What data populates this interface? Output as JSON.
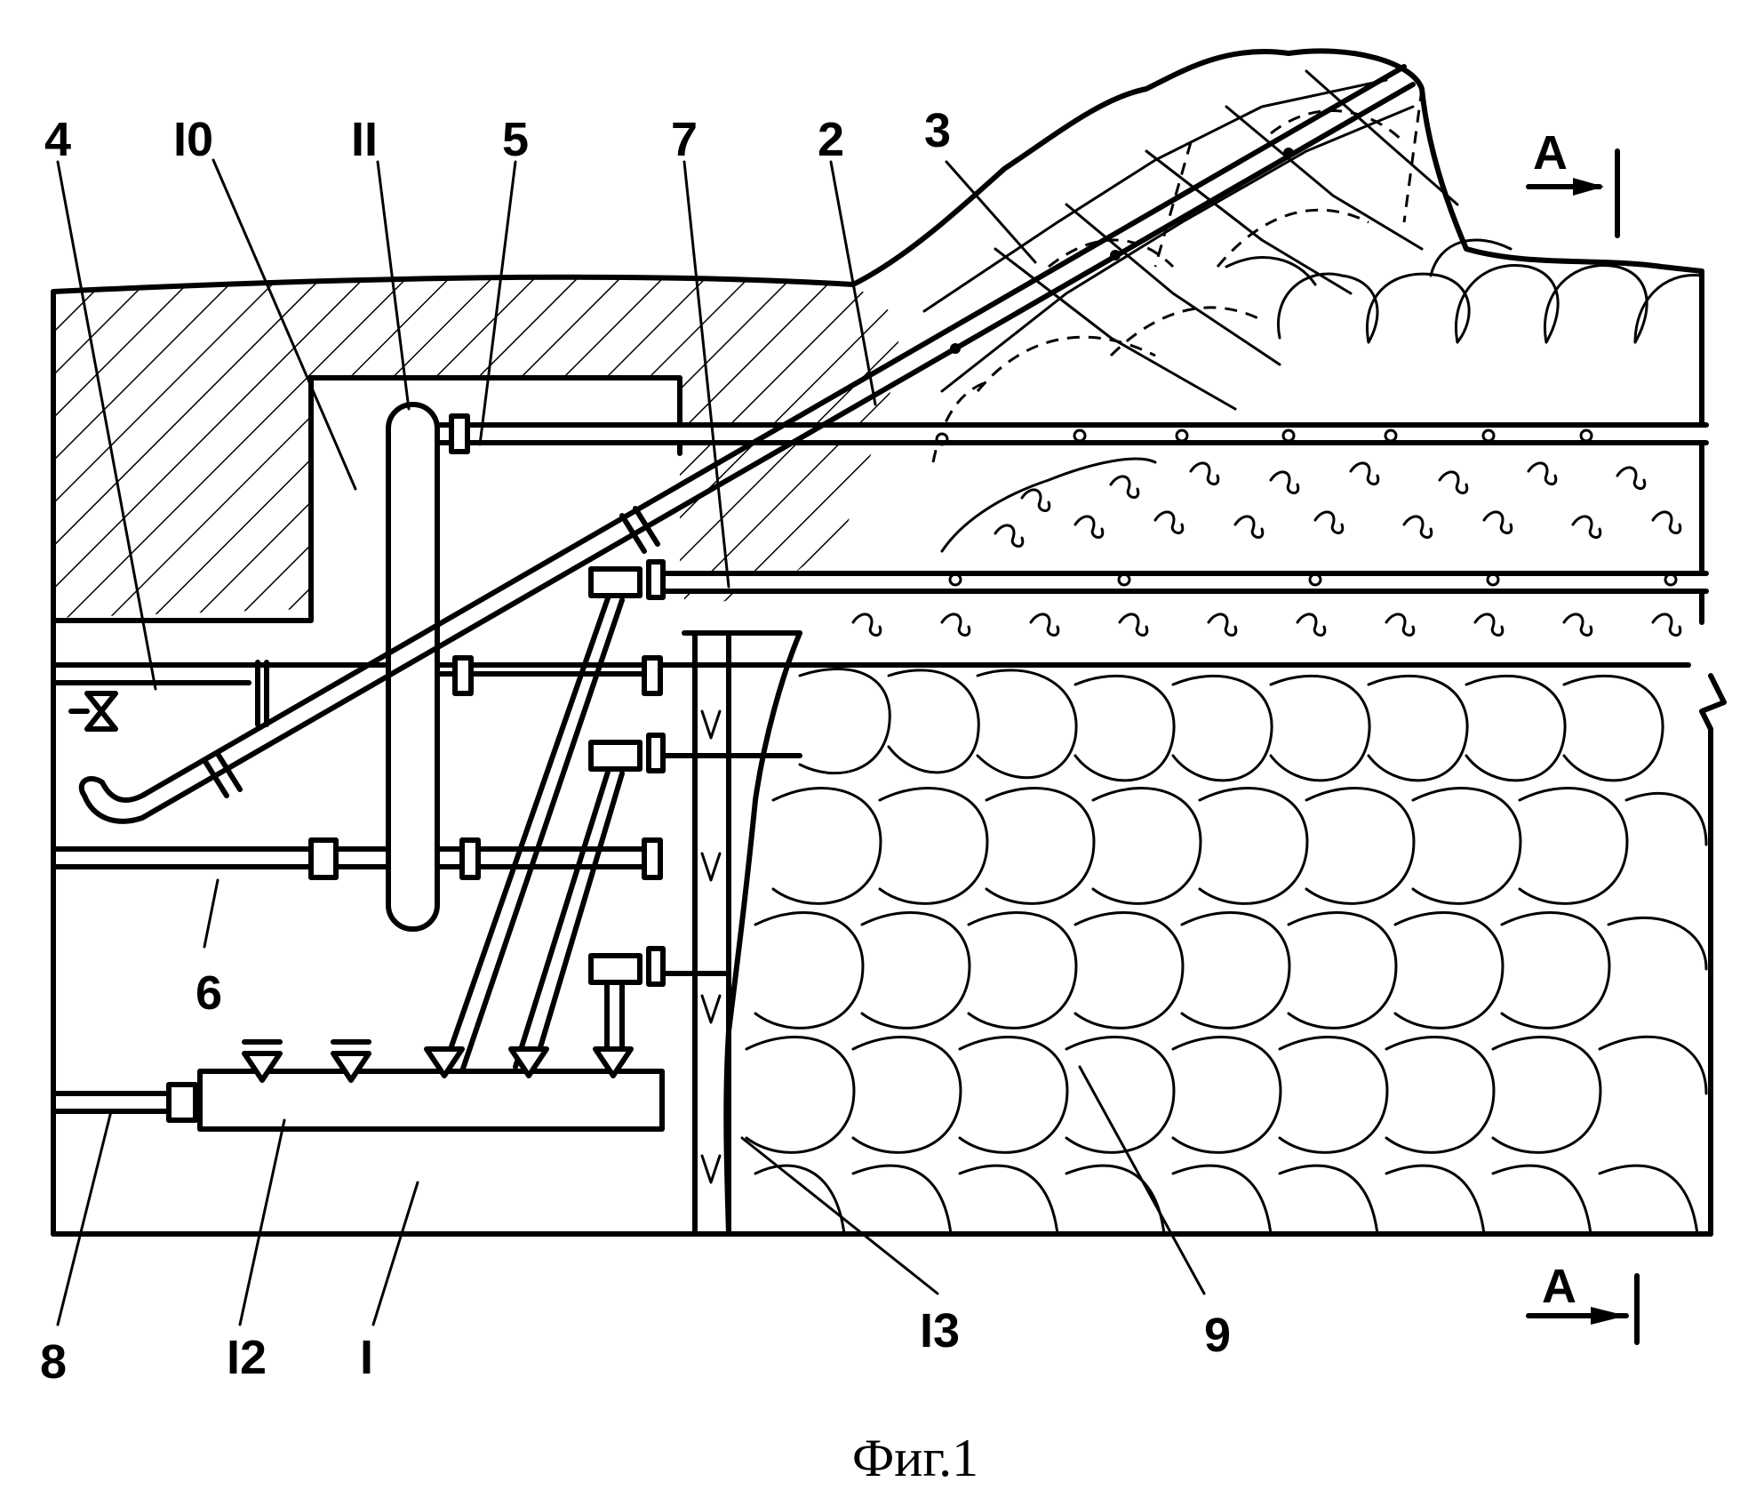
{
  "labels": {
    "l4": "4",
    "l10": "I0",
    "l11": "II",
    "l5": "5",
    "l7": "7",
    "l2": "2",
    "l3": "3",
    "l6": "6",
    "l8": "8",
    "l12": "I2",
    "l1": "I",
    "l13": "I3",
    "l9": "9",
    "section_top": "A",
    "section_bottom": "A"
  },
  "caption": "Фиг.1"
}
